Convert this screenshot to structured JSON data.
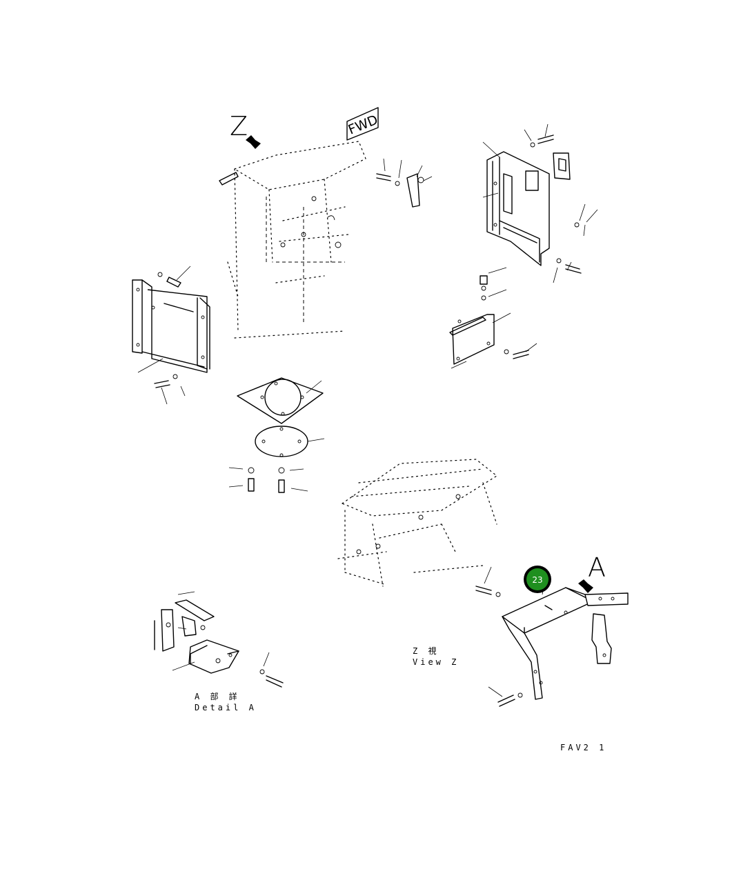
{
  "view_arrow_z": {
    "letter": "Z"
  },
  "view_arrow_a": {
    "letter": "A"
  },
  "fwd_sign": {
    "text": "FWD"
  },
  "callout": {
    "number": "23",
    "fill_color": "#1f8f1f",
    "ring_color": "#000000",
    "text_color": "#ffffff"
  },
  "caption_detail_a": {
    "line1": "A 部 詳",
    "line2": "Detail A"
  },
  "caption_view_z": {
    "line1": "Z 視",
    "line2": "View Z"
  },
  "drawing_code": {
    "text": "FAV2 1"
  },
  "colors": {
    "line": "#000000",
    "background": "#ffffff"
  }
}
